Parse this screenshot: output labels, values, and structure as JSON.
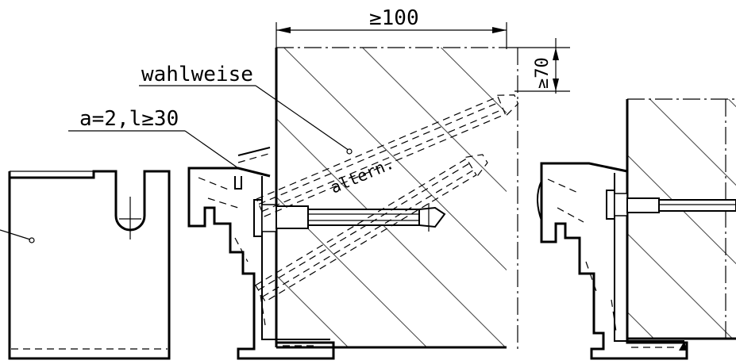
{
  "labels": {
    "min_width": "≥100",
    "min_edge": "≥70",
    "optional": "wahlweise",
    "weld": "a=2,l≥30",
    "alternative": "altern."
  }
}
